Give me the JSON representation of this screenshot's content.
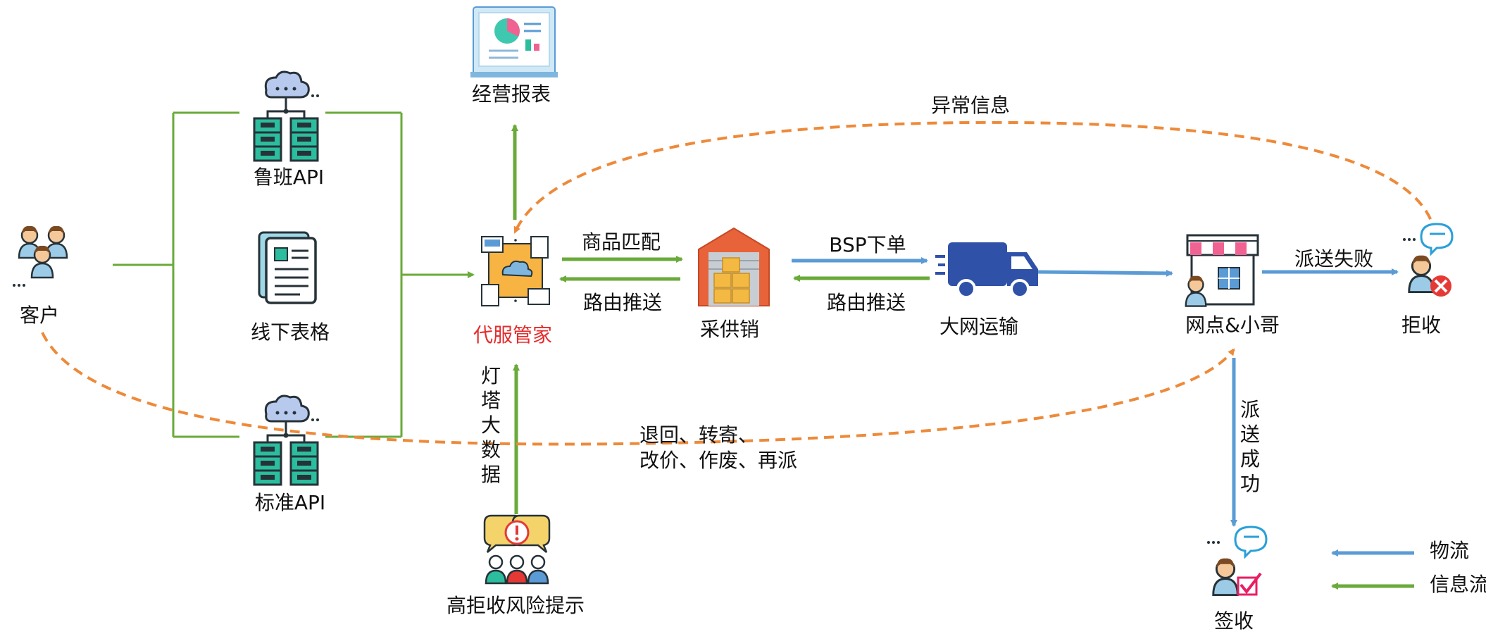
{
  "nodes": {
    "customer": "客户",
    "luban_api": "鲁班API",
    "offline_form": "线下表格",
    "standard_api": "标准API",
    "report": "经营报表",
    "agent": "代服管家",
    "purchase": "采供销",
    "transport": "大网运输",
    "outlet": "网点&小哥",
    "reject": "拒收",
    "sign": "签收",
    "risk": "高拒收风险提示"
  },
  "edges": {
    "product_match": "商品匹配",
    "route_push_1": "路由推送",
    "bsp_order": "BSP下单",
    "route_push_2": "路由推送",
    "delivery_fail": "派送失败",
    "exception_info": "异常信息",
    "delivery_success": "派送成功",
    "return_ops_line1": "退回、转寄、",
    "return_ops_line2": "改价、作废、再派",
    "lighthouse": "灯塔大数据"
  },
  "legend": {
    "logistics": "物流",
    "info_flow": "信息流"
  },
  "colors": {
    "green": "#6aaa3a",
    "blue": "#5b9bd5",
    "orange": "#ed8a3a",
    "teal": "#1e8c7a",
    "dark_outline": "#263238",
    "red_label": "#e52d2d"
  }
}
